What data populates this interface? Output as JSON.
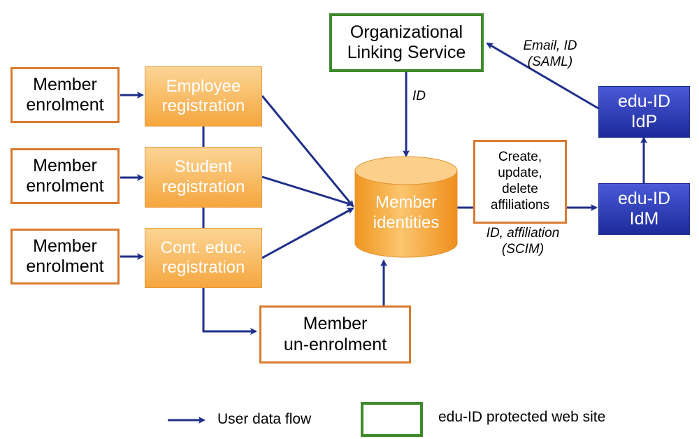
{
  "enrolment_boxes": [
    {
      "line1": "Member",
      "line2": "enrolment"
    },
    {
      "line1": "Member",
      "line2": "enrolment"
    },
    {
      "line1": "Member",
      "line2": "enrolment"
    }
  ],
  "registration_boxes": [
    {
      "line1": "Employee",
      "line2": "registration"
    },
    {
      "line1": "Student",
      "line2": "registration"
    },
    {
      "line1": "Cont. educ.",
      "line2": "registration"
    }
  ],
  "unenrolment": {
    "line1": "Member",
    "line2": "un-enrolment"
  },
  "member_identities": {
    "line1": "Member",
    "line2": "identities"
  },
  "ols": {
    "line1": "Organizational",
    "line2": "Linking Service"
  },
  "affiliations": {
    "line1": "Create,",
    "line2": "update,",
    "line3": "delete",
    "line4": "affiliations"
  },
  "idp": {
    "line1": "edu-ID",
    "line2": "IdP"
  },
  "idm": {
    "line1": "edu-ID",
    "line2": "IdM"
  },
  "labels": {
    "id": "ID",
    "email_id": "Email, ID",
    "saml": "(SAML)",
    "id_affiliation": "ID, affiliation",
    "scim": "(SCIM)"
  },
  "legend": {
    "flow": "User data flow",
    "protected": "edu-ID protected web site"
  },
  "colors": {
    "arrow": "#1f2f8a",
    "orange_border": "#d97b2f",
    "green_border": "#3f8a2b",
    "orange_fill": "#f5a63e",
    "blue_fill": "#2536b0"
  }
}
